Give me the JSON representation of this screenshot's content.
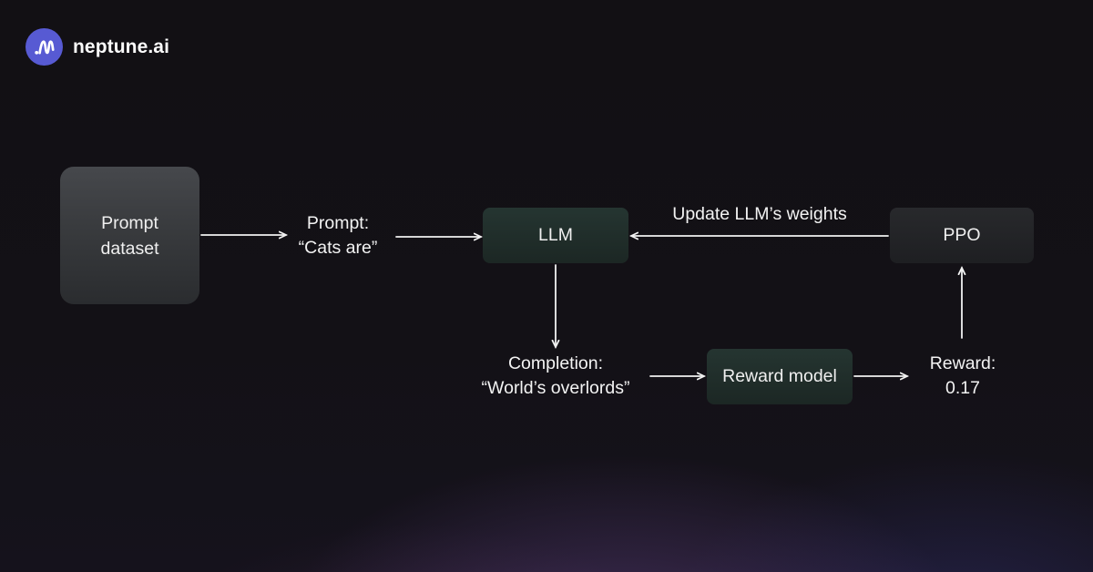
{
  "brand": {
    "name": "neptune.ai"
  },
  "diagram": {
    "nodes": {
      "prompt_dataset": {
        "line1": "Prompt",
        "line2": "dataset"
      },
      "llm": {
        "label": "LLM"
      },
      "ppo": {
        "label": "PPO"
      },
      "reward_model": {
        "label": "Reward model"
      }
    },
    "labels": {
      "prompt": {
        "line1": "Prompt:",
        "line2": "“Cats are”"
      },
      "update_weights": "Update LLM’s weights",
      "completion": {
        "line1": "Completion:",
        "line2": "“World’s overlords”"
      },
      "reward": {
        "line1": "Reward:",
        "line2": "0.17"
      }
    }
  },
  "icons": {
    "logo": "waveform-icon"
  },
  "colors": {
    "background_base": "#121014",
    "glow_purple": "#624284",
    "glow_navy": "#403e96",
    "logo_circle": "#575ad3",
    "box_grey_top": "#46484c",
    "box_grey_bottom": "#2a2c2f",
    "box_teal_top": "#253531",
    "box_teal_bottom": "#1c2724",
    "box_dark_top": "#28292c",
    "box_dark_bottom": "#1e1f22",
    "arrow": "#f2f2f2",
    "text": "#f3f3f3"
  }
}
